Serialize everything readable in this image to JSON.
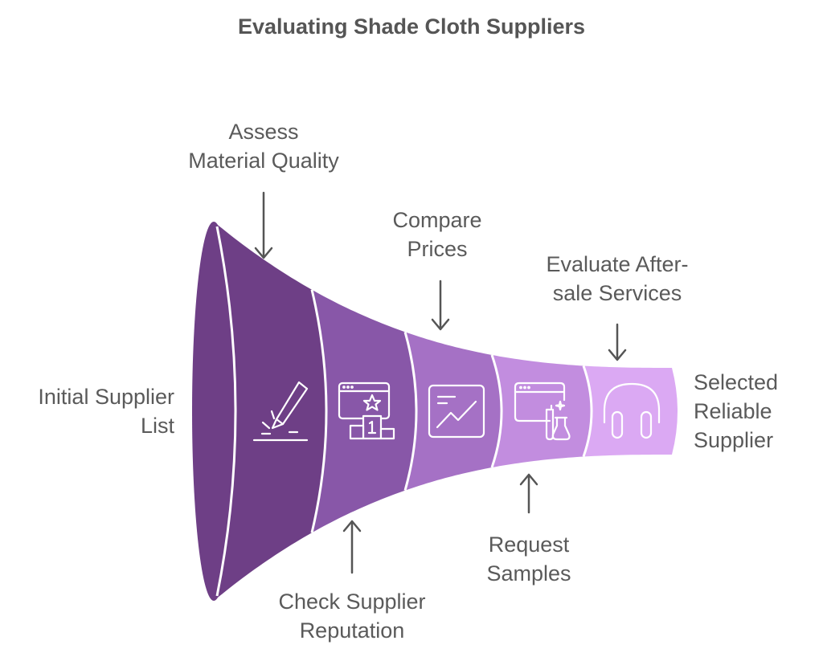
{
  "title": "Evaluating Shade Cloth Suppliers",
  "input_label": {
    "line1": "Initial Supplier",
    "line2": "List"
  },
  "output_label": {
    "line1": "Selected",
    "line2": "Reliable",
    "line3": "Supplier"
  },
  "stages": [
    {
      "line1": "Assess",
      "line2": "Material Quality",
      "icon": "cutter-knife-icon",
      "color": "#6e3f86"
    },
    {
      "line1": "Check Supplier",
      "line2": "Reputation",
      "icon": "award-podium-icon",
      "color": "#8857a8"
    },
    {
      "line1": "Compare",
      "line2": "Prices",
      "icon": "price-chart-icon",
      "color": "#a571c5"
    },
    {
      "line1": "Request",
      "line2": "Samples",
      "icon": "lab-samples-icon",
      "color": "#c28ddf"
    },
    {
      "line1": "Evaluate After-",
      "line2": "sale Services",
      "icon": "headset-support-icon",
      "color": "#dba9f3"
    }
  ],
  "colors": {
    "mouth": "#6e3f86",
    "arrow": "#555555",
    "icon_stroke": "#ffffff"
  }
}
